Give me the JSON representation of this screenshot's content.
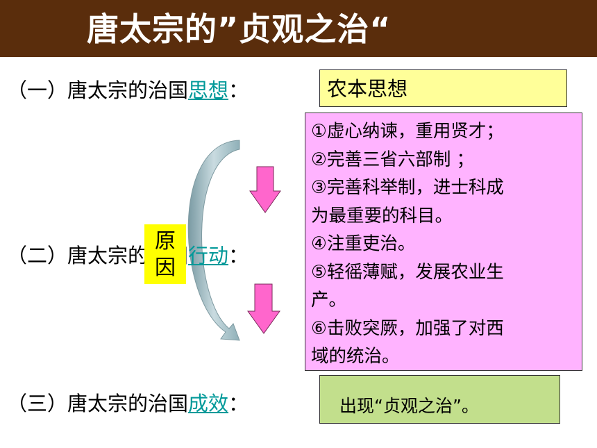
{
  "title": "唐太宗的”贞观之治“",
  "row1": {
    "prefix": "（一）唐太宗的治国",
    "keyword": "思想",
    "suffix": "："
  },
  "row2": {
    "prefix": "（二）唐太宗的治国",
    "keyword": "行动",
    "suffix": "："
  },
  "row3": {
    "prefix": "（三）唐太宗的治国",
    "keyword": "成效",
    "suffix": "："
  },
  "thought_box": "农本思想",
  "actions": [
    "①虚心纳谏，重用贤才；",
    "②完善三省六部制 ；",
    "③完善科举制，进士科成",
    "为最重要的科目。",
    "④注重吏治。",
    "⑤轻徭薄赋，发展农业生",
    "产。",
    "⑥击败突厥，加强了对西",
    "域的统治。"
  ],
  "result_box": "出现“贞观之治”。",
  "reason_label": {
    "line1": "原",
    "line2": "因"
  },
  "colors": {
    "title_bar": "#5a2d0c",
    "keyword": "#009999",
    "thought_box": "#ffff99",
    "actions_box": "#ffb3ff",
    "result_box": "#c2df8c",
    "reason_box": "#ffff00",
    "down_arrow": "#ff66cc",
    "curved_arrow": "#9fb8bf"
  }
}
